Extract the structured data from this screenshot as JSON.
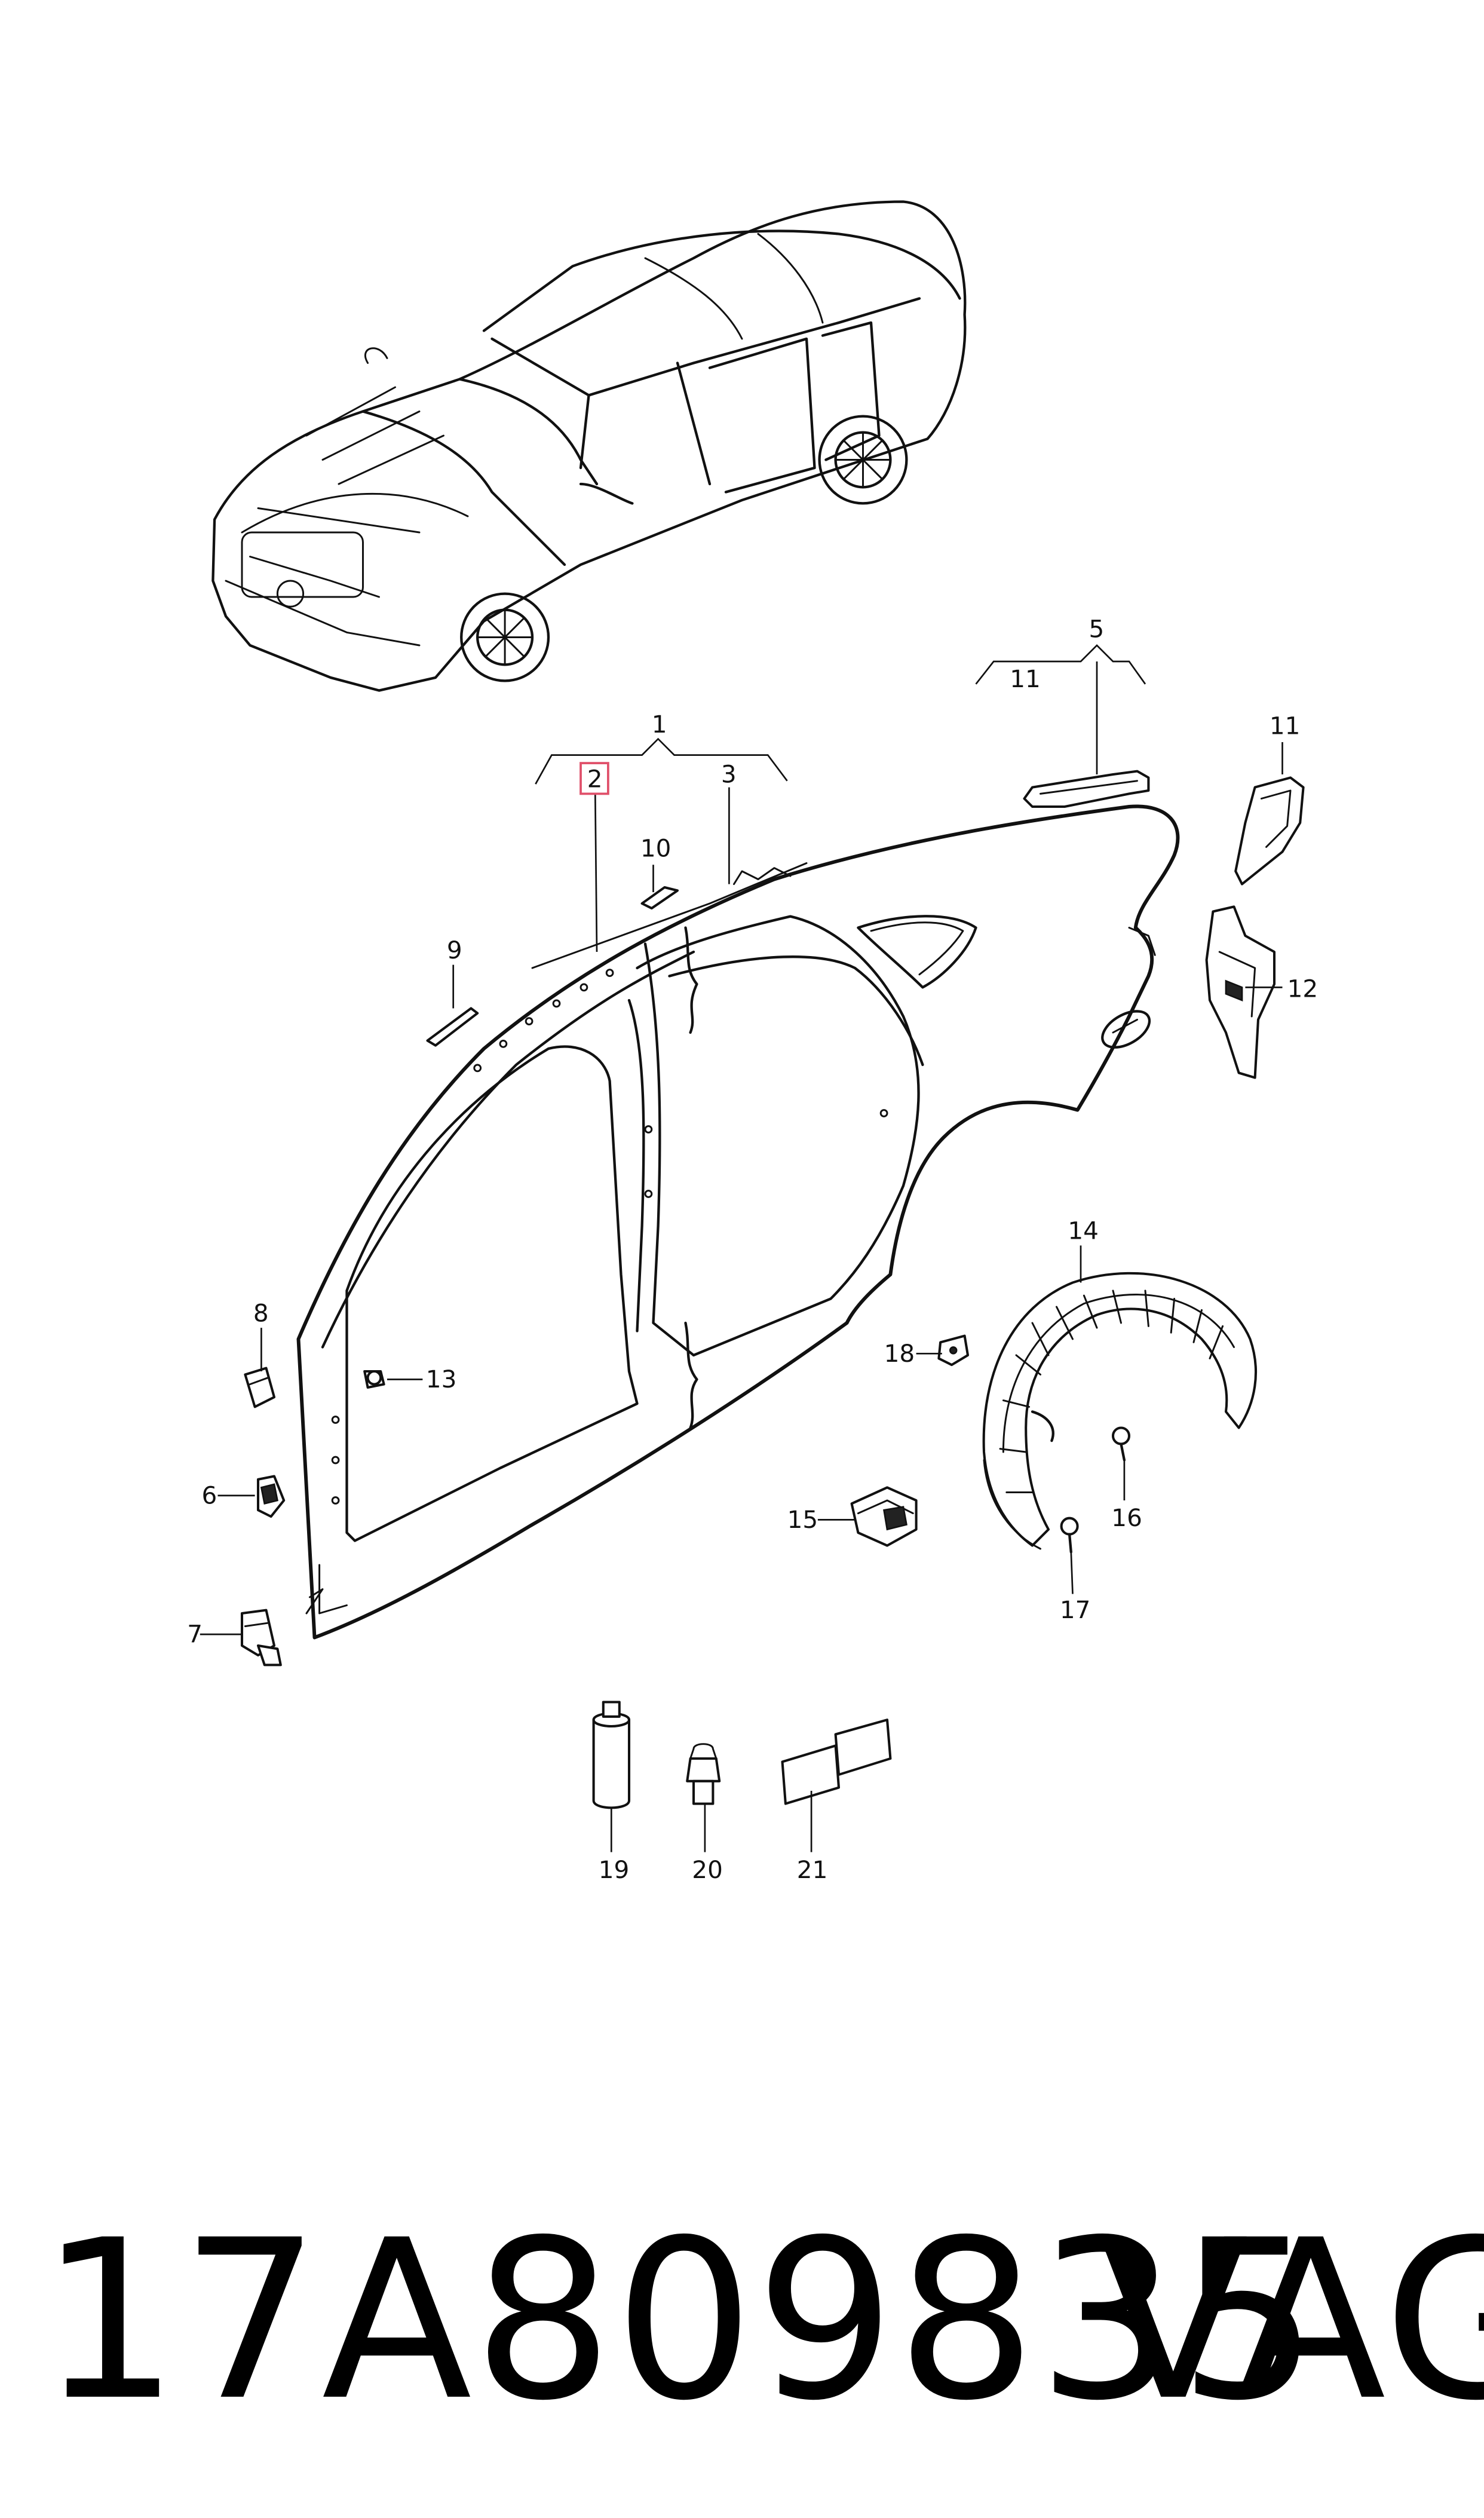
{
  "diagram": {
    "callouts": {
      "c1": "1",
      "c2": "2",
      "c3": "3",
      "c5": "5",
      "c6": "6",
      "c7": "7",
      "c8": "8",
      "c9": "9",
      "c10": "10",
      "c11a": "11",
      "c11b": "11",
      "c12": "12",
      "c13": "13",
      "c14": "14",
      "c15": "15",
      "c16": "16",
      "c17": "17",
      "c18": "18",
      "c19": "19",
      "c20": "20",
      "c21": "21"
    },
    "highlighted_callout": "2",
    "colors": {
      "line": "#111111",
      "highlight": "#e0506a",
      "background": "#ffffff"
    }
  },
  "caption": {
    "part_number": "17A809835",
    "brand": "VAG"
  }
}
